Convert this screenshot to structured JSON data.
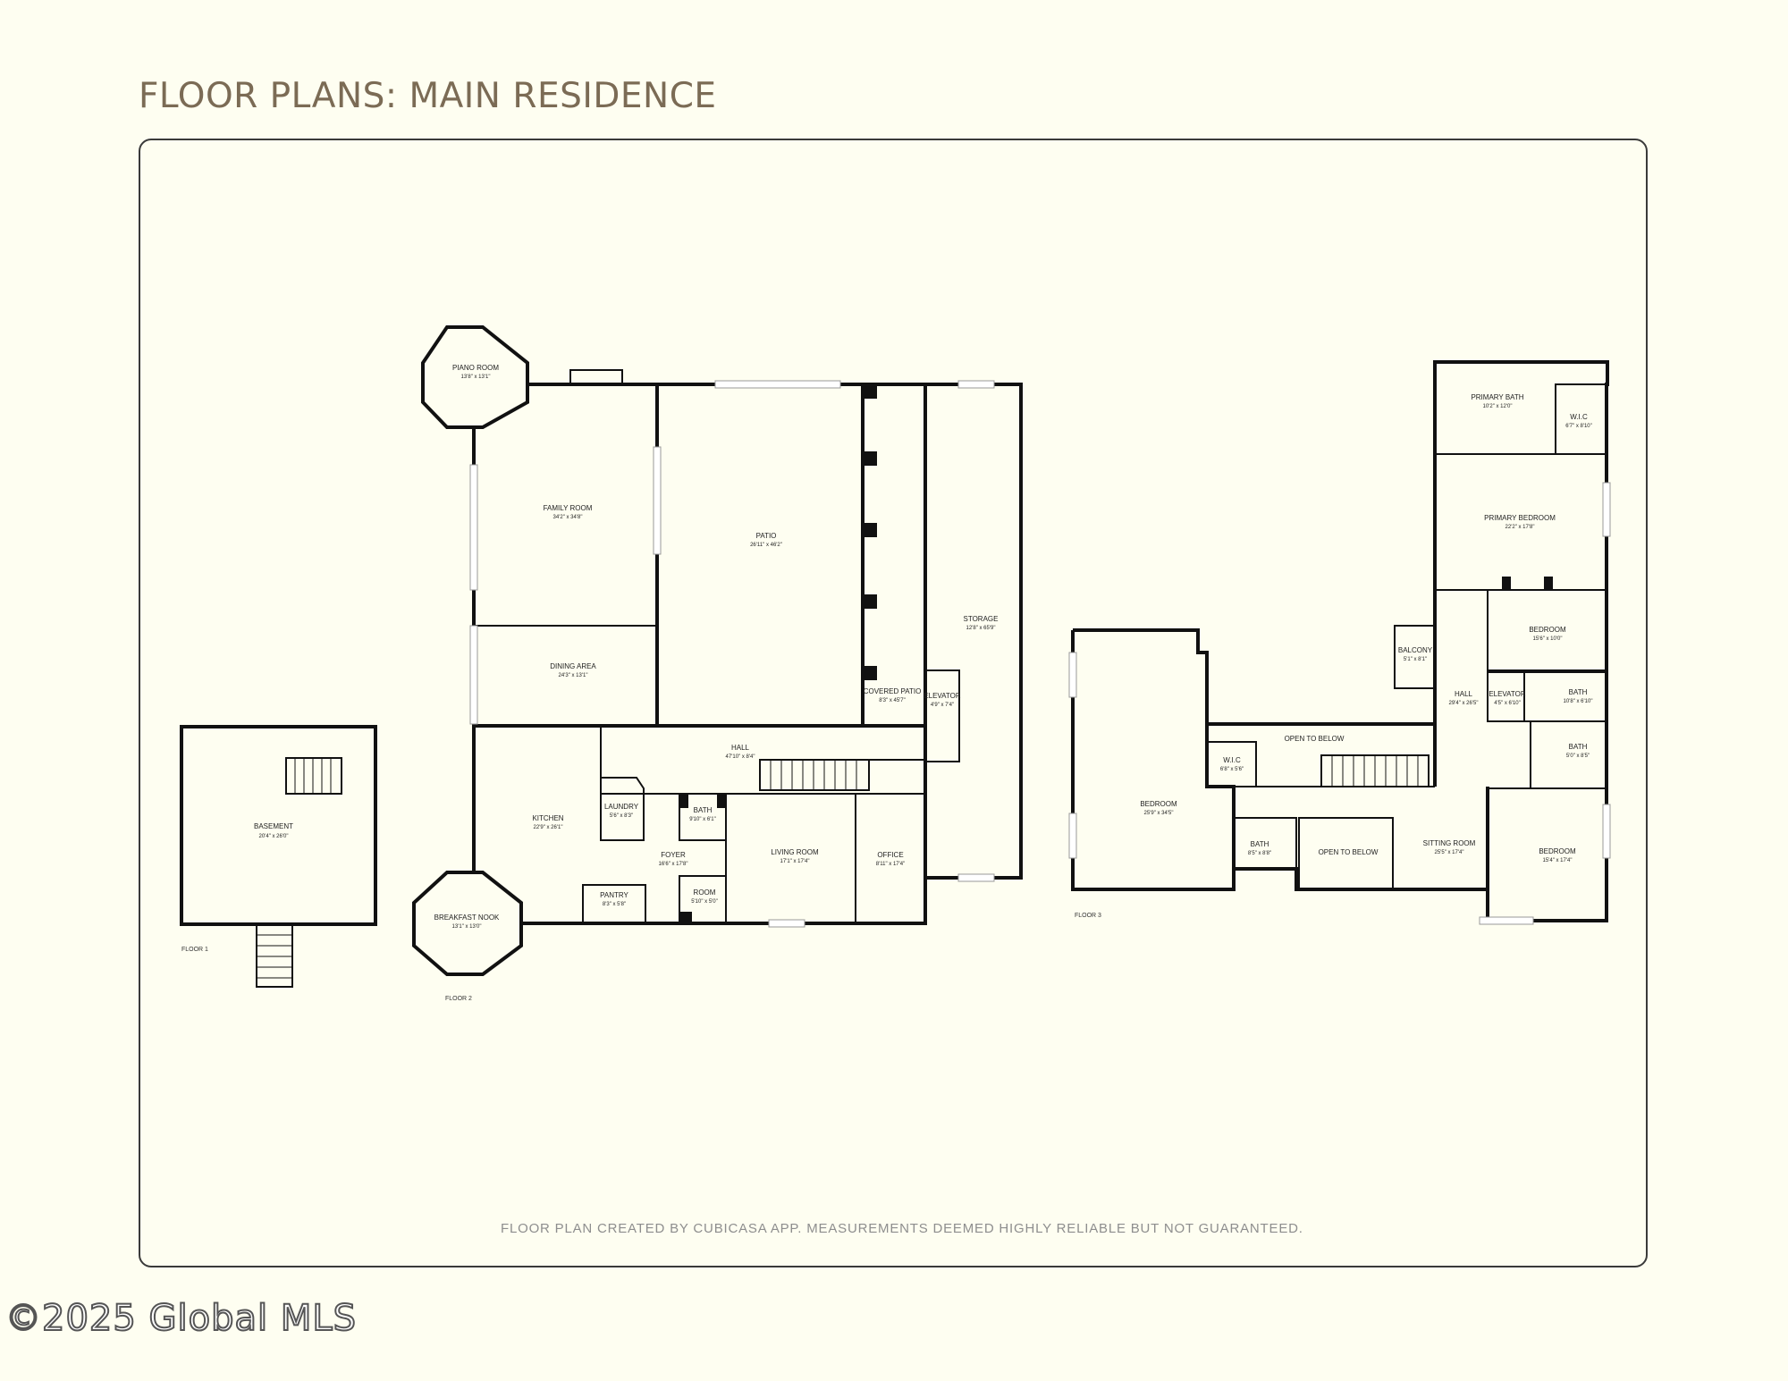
{
  "page": {
    "title": "FLOOR PLANS: MAIN RESIDENCE",
    "footnote": "FLOOR PLAN CREATED BY CUBICASA APP. MEASUREMENTS DEEMED HIGHLY RELIABLE BUT NOT GUARANTEED.",
    "watermark": "©2025 Global MLS"
  },
  "colors": {
    "background": "#FEFEF1",
    "title": "#7B6B55",
    "wall": "#111111",
    "border": "#3A3A3A"
  },
  "floors": [
    {
      "label": "FLOOR 1",
      "rooms": [
        {
          "name": "BASEMENT",
          "dims": "20'4\" x 26'0\""
        }
      ]
    },
    {
      "label": "FLOOR 2",
      "rooms": [
        {
          "name": "PIANO ROOM",
          "dims": "13'8\" x 13'1\""
        },
        {
          "name": "FAMILY ROOM",
          "dims": "34'2\" x 34'8\""
        },
        {
          "name": "PATIO",
          "dims": "26'11\" x 46'2\""
        },
        {
          "name": "STORAGE",
          "dims": "12'8\" x 65'9\""
        },
        {
          "name": "DINING AREA",
          "dims": "24'3\" x 13'1\""
        },
        {
          "name": "COVERED PATIO",
          "dims": "8'3\" x 45'7\""
        },
        {
          "name": "ELEVATOR",
          "dims": "4'9\" x 7'4\""
        },
        {
          "name": "HALL",
          "dims": "47'10\" x 8'4\""
        },
        {
          "name": "KITCHEN",
          "dims": "22'9\" x 26'1\""
        },
        {
          "name": "LAUNDRY",
          "dims": "5'6\" x 8'3\""
        },
        {
          "name": "BATH",
          "dims": "9'10\" x 6'1\""
        },
        {
          "name": "FOYER",
          "dims": "16'6\" x 17'8\""
        },
        {
          "name": "LIVING ROOM",
          "dims": "17'1\" x 17'4\""
        },
        {
          "name": "OFFICE",
          "dims": "8'11\" x 17'4\""
        },
        {
          "name": "PANTRY",
          "dims": "8'3\" x 5'8\""
        },
        {
          "name": "ROOM",
          "dims": "5'10\" x 5'0\""
        },
        {
          "name": "BREAKFAST NOOK",
          "dims": "13'1\" x 13'0\""
        }
      ]
    },
    {
      "label": "FLOOR 3",
      "rooms": [
        {
          "name": "PRIMARY BATH",
          "dims": "10'2\" x 12'0\""
        },
        {
          "name": "W.I.C",
          "dims": "6'7\" x 8'10\""
        },
        {
          "name": "PRIMARY BEDROOM",
          "dims": "22'2\" x 17'8\""
        },
        {
          "name": "BEDROOM",
          "dims": "15'6\" x 10'0\""
        },
        {
          "name": "BALCONY",
          "dims": "5'1\" x 8'1\""
        },
        {
          "name": "HALL",
          "dims": "29'4\" x 26'5\""
        },
        {
          "name": "ELEVATOR",
          "dims": "4'5\" x 6'10\""
        },
        {
          "name": "BATH",
          "dims": "10'8\" x 6'10\""
        },
        {
          "name": "OPEN TO BELOW",
          "dims": ""
        },
        {
          "name": "BATH",
          "dims": "5'0\" x 8'5\""
        },
        {
          "name": "W.I.C",
          "dims": "6'8\" x 5'6\""
        },
        {
          "name": "BEDROOM",
          "dims": "25'9\" x 34'5\""
        },
        {
          "name": "BATH",
          "dims": "8'5\" x 8'8\""
        },
        {
          "name": "OPEN TO BELOW",
          "dims": ""
        },
        {
          "name": "SITTING ROOM",
          "dims": "25'5\" x 17'4\""
        },
        {
          "name": "BEDROOM",
          "dims": "15'4\" x 17'4\""
        }
      ]
    }
  ]
}
